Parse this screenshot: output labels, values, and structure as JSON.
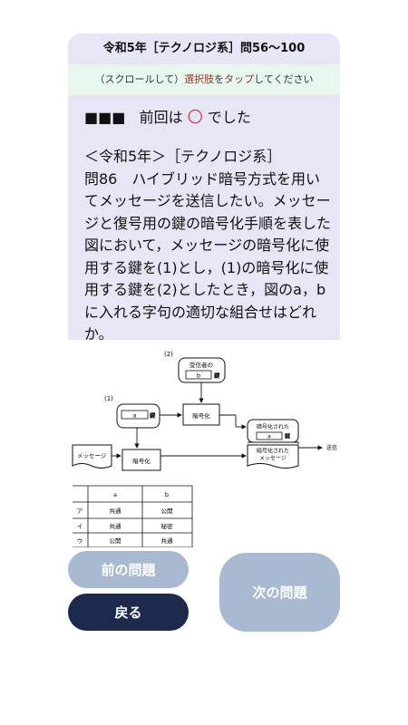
{
  "header": {
    "title": "令和5年［テクノロジ系］問56〜100"
  },
  "hint": {
    "prefix": "（スクロールして）",
    "word1": "選択肢",
    "mid": "を",
    "word2": "タップ",
    "suffix": "してください"
  },
  "result": {
    "squares": "■■■",
    "before": "前回は",
    "mark": "〇",
    "after": "でした"
  },
  "question": {
    "era": "＜令和5年＞［テクノロジ系］",
    "body": "問86　ハイブリッド暗号方式を用いてメッセージを送信したい。メッセージと復号用の鍵の暗号化手順を表した図において，メッセージの暗号化に使用する鍵を(1)とし，(1)の暗号化に使用する鍵を(2)としたとき，図のa，bに入れる字句の適切な組合せはどれか。"
  },
  "figure": {
    "label_2": "(2)",
    "label_1": "(1)",
    "receiver_key": "受信者の",
    "key": "鍵",
    "box_b": "b",
    "box_a": "a",
    "encrypt": "暗号化",
    "message": "メッセージ",
    "encrypted_key_title": "暗号化された",
    "encrypted_msg_line1": "暗号化された",
    "encrypted_msg_line2": "メッセージ",
    "send": "送信",
    "table": {
      "headers": [
        "",
        "a",
        "b"
      ],
      "rows": [
        [
          "ア",
          "共通",
          "公開"
        ],
        [
          "イ",
          "共通",
          "秘密"
        ],
        [
          "ウ",
          "公開",
          "共通"
        ]
      ]
    }
  },
  "buttons": {
    "prev": "前の問題",
    "back": "戻る",
    "next": "次の問題"
  }
}
